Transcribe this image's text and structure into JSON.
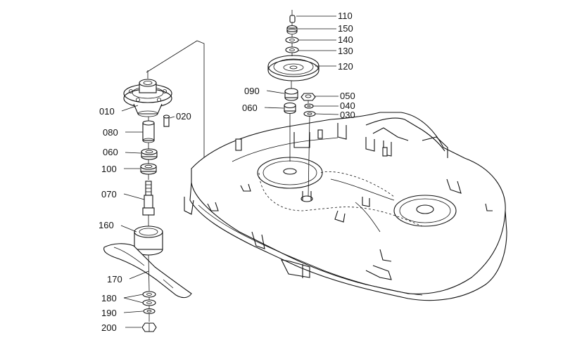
{
  "callouts": [
    {
      "id": "c110",
      "text": "110"
    },
    {
      "id": "c150",
      "text": "150"
    },
    {
      "id": "c140",
      "text": "140"
    },
    {
      "id": "c130",
      "text": "130"
    },
    {
      "id": "c120",
      "text": "120"
    },
    {
      "id": "c090",
      "text": "090"
    },
    {
      "id": "c050",
      "text": "050"
    },
    {
      "id": "c060a",
      "text": "060"
    },
    {
      "id": "c040",
      "text": "040"
    },
    {
      "id": "c030",
      "text": "030"
    },
    {
      "id": "c010",
      "text": "010"
    },
    {
      "id": "c020",
      "text": "020"
    },
    {
      "id": "c080",
      "text": "080"
    },
    {
      "id": "c060b",
      "text": "060"
    },
    {
      "id": "c100",
      "text": "100"
    },
    {
      "id": "c070",
      "text": "070"
    },
    {
      "id": "c160",
      "text": "160"
    },
    {
      "id": "c170",
      "text": "170"
    },
    {
      "id": "c180",
      "text": "180"
    },
    {
      "id": "c190",
      "text": "190"
    },
    {
      "id": "c200",
      "text": "200"
    }
  ]
}
